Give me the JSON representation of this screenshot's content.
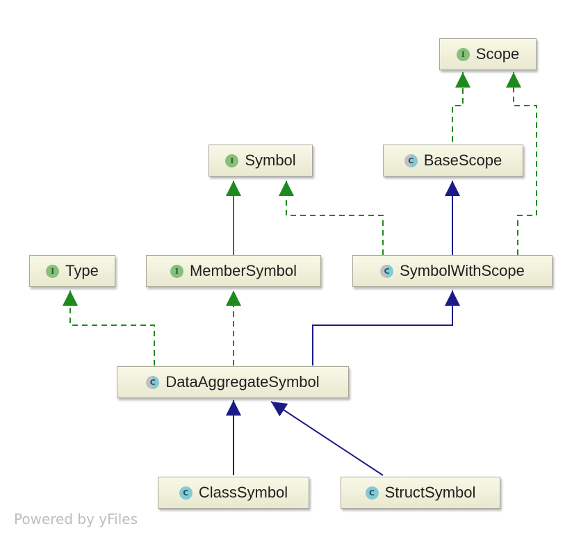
{
  "nodes": {
    "scope": {
      "label": "Scope",
      "badge": "I",
      "kind": "interface"
    },
    "symbol": {
      "label": "Symbol",
      "badge": "I",
      "kind": "interface"
    },
    "base_scope": {
      "label": "BaseScope",
      "badge": "C",
      "kind": "abstract-class"
    },
    "type": {
      "label": "Type",
      "badge": "I",
      "kind": "interface"
    },
    "member_symbol": {
      "label": "MemberSymbol",
      "badge": "I",
      "kind": "interface"
    },
    "symbol_with_scope": {
      "label": "SymbolWithScope",
      "badge": "C",
      "kind": "abstract-class"
    },
    "data_aggregate_symbol": {
      "label": "DataAggregateSymbol",
      "badge": "C",
      "kind": "abstract-class"
    },
    "class_symbol": {
      "label": "ClassSymbol",
      "badge": "C",
      "kind": "class"
    },
    "struct_symbol": {
      "label": "StructSymbol",
      "badge": "C",
      "kind": "class"
    }
  },
  "edges": [
    {
      "from": "base_scope",
      "to": "scope",
      "relation": "implements"
    },
    {
      "from": "symbol_with_scope",
      "to": "scope",
      "relation": "implements"
    },
    {
      "from": "symbol_with_scope",
      "to": "symbol",
      "relation": "implements"
    },
    {
      "from": "symbol_with_scope",
      "to": "base_scope",
      "relation": "extends"
    },
    {
      "from": "member_symbol",
      "to": "symbol",
      "relation": "extends"
    },
    {
      "from": "data_aggregate_symbol",
      "to": "type",
      "relation": "implements"
    },
    {
      "from": "data_aggregate_symbol",
      "to": "member_symbol",
      "relation": "implements"
    },
    {
      "from": "data_aggregate_symbol",
      "to": "symbol_with_scope",
      "relation": "extends"
    },
    {
      "from": "class_symbol",
      "to": "data_aggregate_symbol",
      "relation": "extends"
    },
    {
      "from": "struct_symbol",
      "to": "data_aggregate_symbol",
      "relation": "extends"
    }
  ],
  "colors": {
    "implements": "#1e8a1e",
    "extends": "#1b1b87",
    "interface_badge": "#87c07c",
    "class_badge": "#84c9d6",
    "node_fill": "#f3f3dc"
  },
  "footer": {
    "text": "Powered by yFiles"
  }
}
